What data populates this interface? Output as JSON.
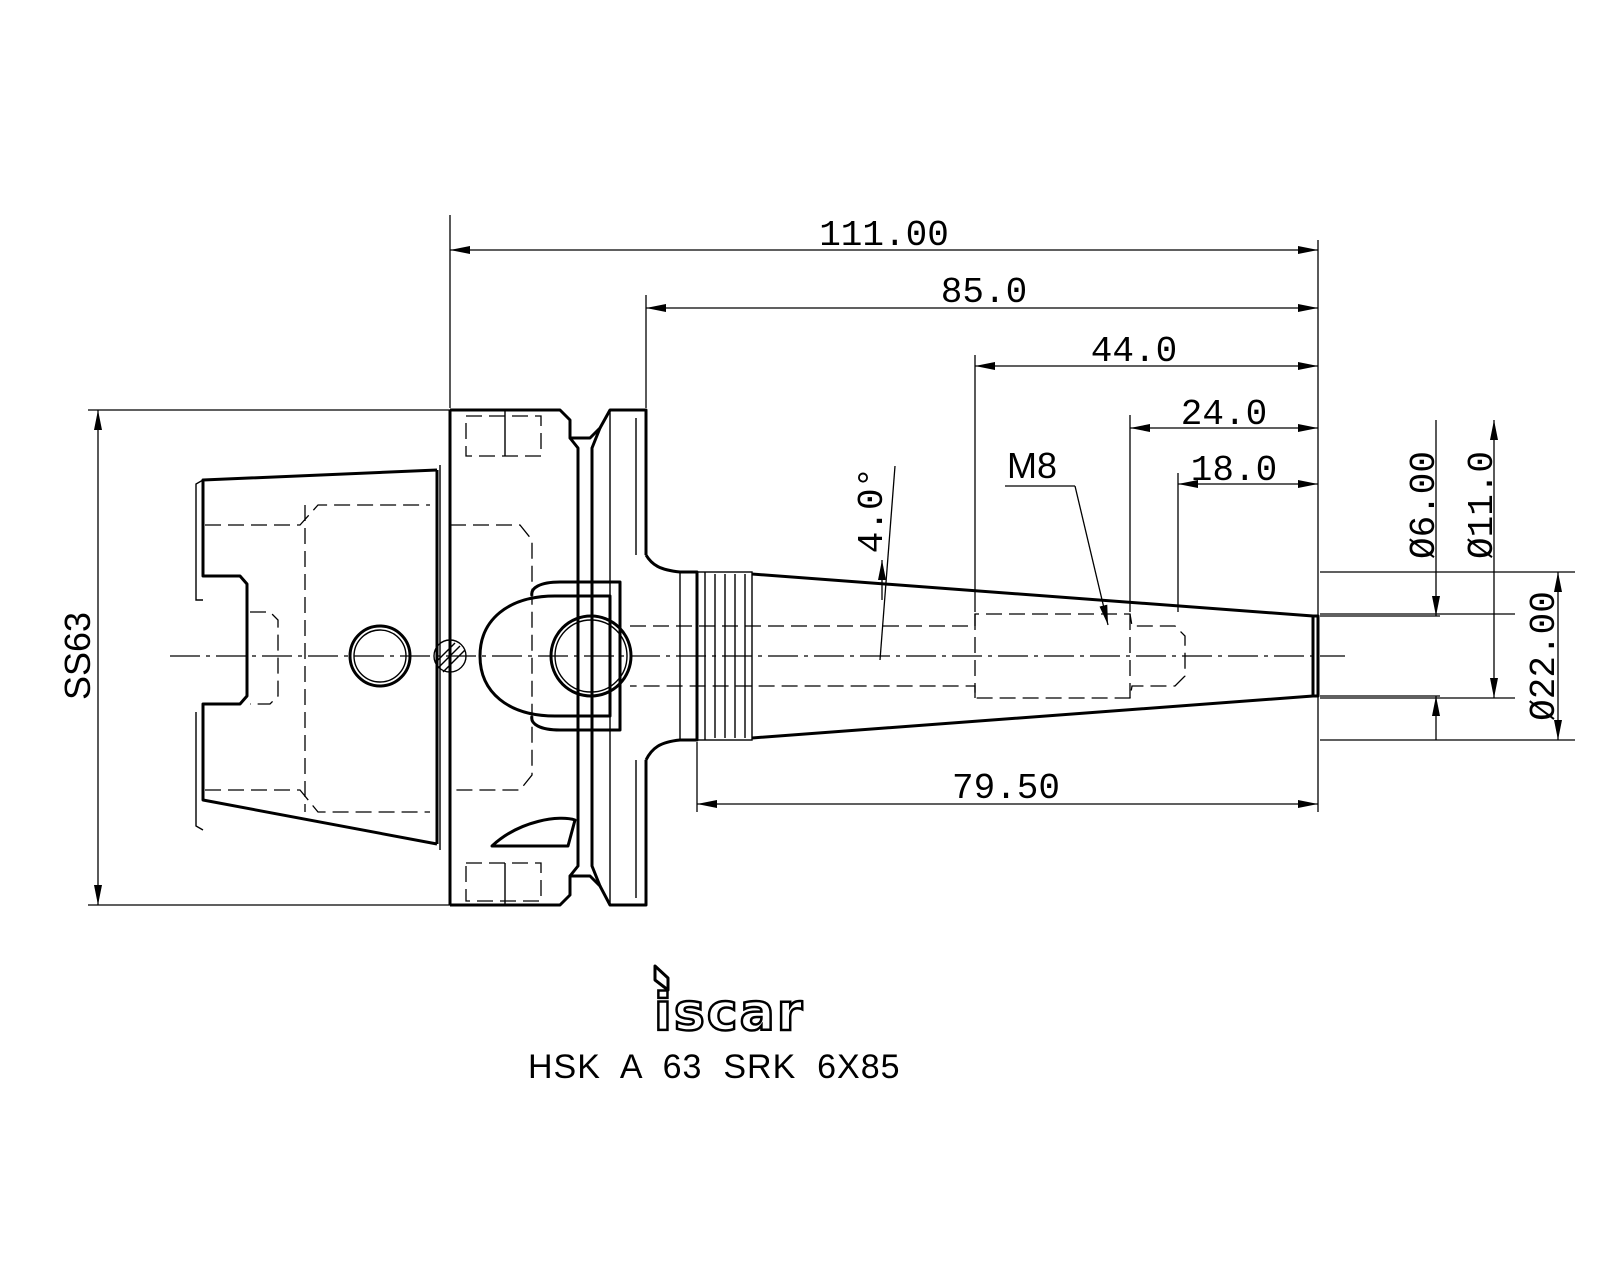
{
  "drawing": {
    "product_code": "HSK  A  63  SRK  6X85",
    "brand_logo": "iscar",
    "dimensions": {
      "overall_length": "111.00",
      "shank_length": "85.0",
      "cone_length": "44.0",
      "thread_length": "24.0",
      "bore_depth": "18.0",
      "gauge_length": "79.50",
      "taper_angle": "4.0°",
      "thread": "M8",
      "flange_size": "SS63",
      "bore_diameter": "Ø6.00",
      "nose_diameter": "Ø11.0",
      "body_diameter": "Ø22.00"
    }
  }
}
